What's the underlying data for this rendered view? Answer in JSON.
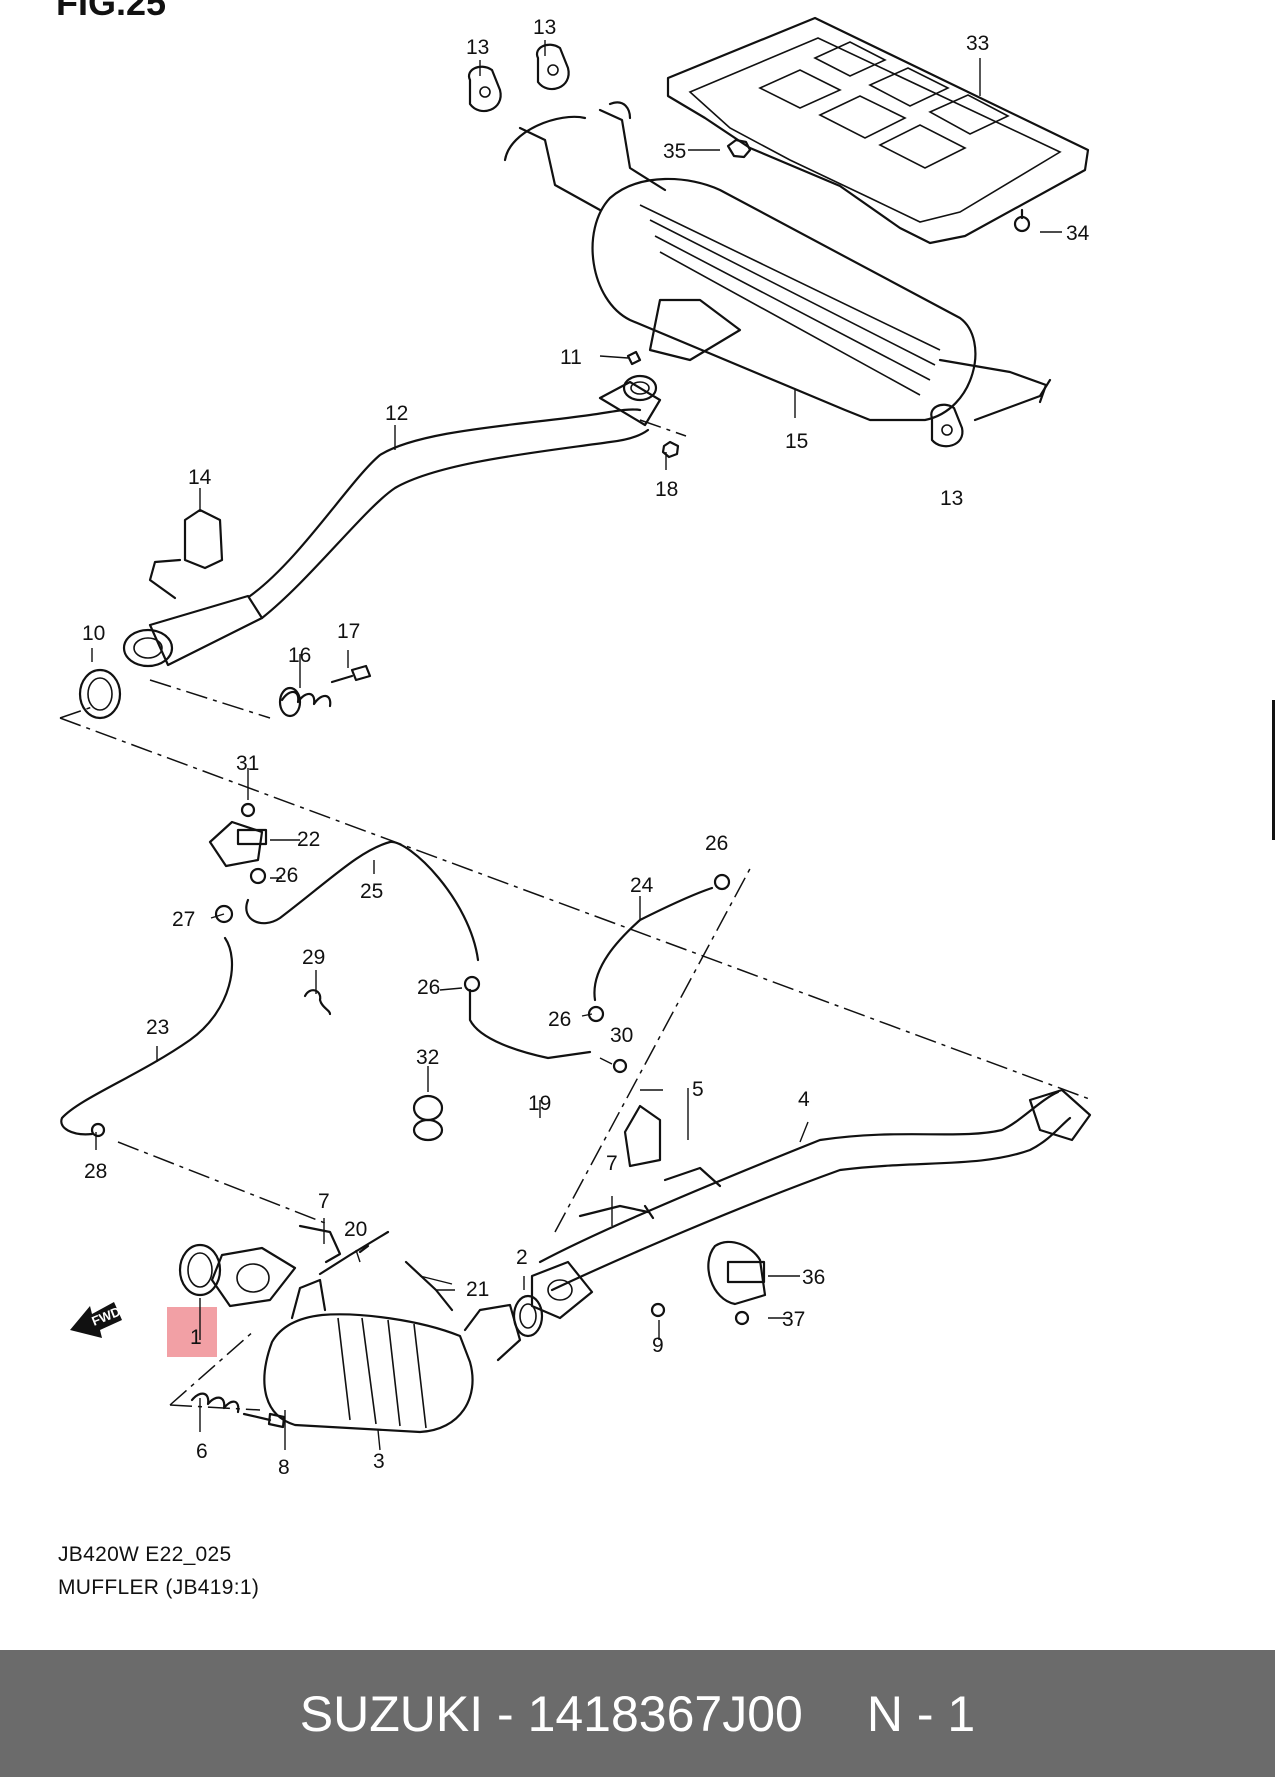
{
  "figure_title": "FIG.25",
  "callouts": {
    "c13a": "13",
    "c13b": "13",
    "c13c": "13",
    "c33": "33",
    "c35": "35",
    "c34": "34",
    "c11": "11",
    "c12": "12",
    "c15": "15",
    "c18": "18",
    "c14": "14",
    "c10": "10",
    "c16": "16",
    "c17": "17",
    "c31": "31",
    "c22": "22",
    "c26a": "26",
    "c26b": "26",
    "c26c": "26",
    "c26d": "26",
    "c27": "27",
    "c25": "25",
    "c24": "24",
    "c29": "29",
    "c23": "23",
    "c30": "30",
    "c32": "32",
    "c19": "19",
    "c28": "28",
    "c5": "5",
    "c4": "4",
    "c7a": "7",
    "c7b": "7",
    "c20": "20",
    "c2": "2",
    "c21": "21",
    "c36": "36",
    "c37": "37",
    "c9": "9",
    "c1": "1",
    "c6": "6",
    "c8": "8",
    "c3": "3"
  },
  "fwd_label": "FWD",
  "captions": {
    "line1": "JB420W E22_025",
    "line2": "MUFFLER (JB419:1)"
  },
  "footer": {
    "part_number": "SUZUKI - 1418367J00",
    "reference": "N - 1"
  },
  "colors": {
    "highlight": "#f2a0a5",
    "footer_bg": "#6b6b6b"
  }
}
